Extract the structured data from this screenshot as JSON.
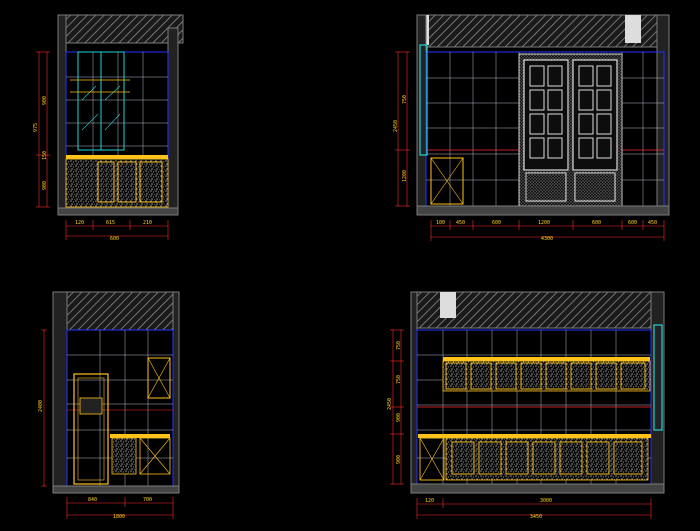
{
  "drawing": {
    "background": "#000000",
    "colors": {
      "wall": "#7b7b7b",
      "wall_fill": "#1a1a1a",
      "tile_line": "#b9b9c9",
      "frame_blue": "#2233ff",
      "cabinet_yellow": "#ffc21a",
      "dim_red": "#ff2a2a",
      "dim_text": "#ffd21a",
      "glass_cyan": "#22d3d3",
      "stipple": "#d8d8d8"
    },
    "views": [
      {
        "id": "elevation-a",
        "dim_bottom": [
          "120",
          "615",
          "210"
        ],
        "dim_bottom_total": "600",
        "dim_left": [
          "900",
          "975",
          "150",
          "900"
        ]
      },
      {
        "id": "elevation-b",
        "dim_bottom": [
          "100",
          "450",
          "600",
          "1200",
          "600",
          "600",
          "450"
        ],
        "dim_bottom_total": "4300",
        "dim_left": [
          "750",
          "1200"
        ],
        "dim_left_total": "2450"
      },
      {
        "id": "elevation-c",
        "dim_bottom": [
          "840",
          "700"
        ],
        "dim_bottom_total": "1800",
        "dim_left_total": "2400"
      },
      {
        "id": "elevation-d",
        "dim_bottom": [
          "120",
          "3000"
        ],
        "dim_bottom_total": "3450",
        "dim_left": [
          "750",
          "750",
          "900",
          "900"
        ],
        "dim_left_total": "2450"
      }
    ]
  }
}
